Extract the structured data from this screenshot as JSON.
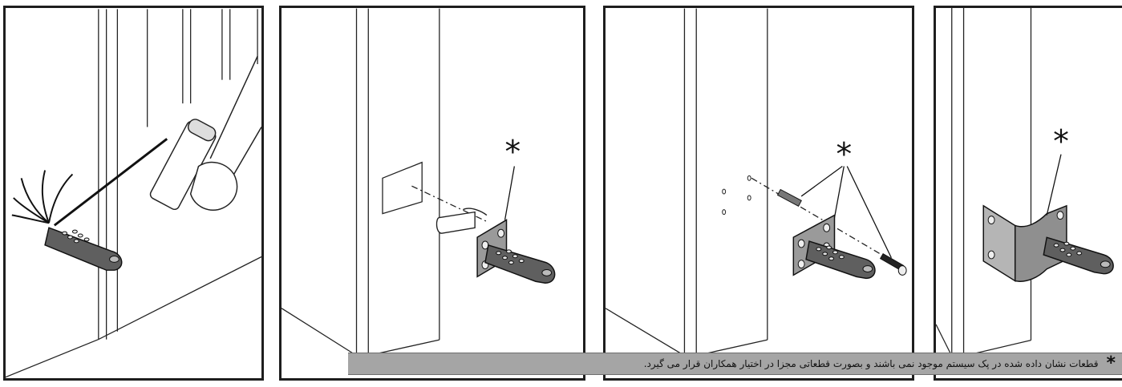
{
  "panels": [
    {
      "id": "step-spray-hinge"
    },
    {
      "id": "step-insert-bracket",
      "marker": "*"
    },
    {
      "id": "step-screw-bracket",
      "marker": "*"
    },
    {
      "id": "step-corner-bracket",
      "marker": "*"
    }
  ],
  "note": {
    "marker": "*",
    "text": "قطعات نشان داده شده در پک سیستم موجود نمی باشند و بصورت قطعاتی مجزا در اختیار همکاران قرار می گیرد."
  },
  "colors": {
    "border": "#1e1e1e",
    "part_fill": "#5f5f5f",
    "plate_fill": "#9a9a9a",
    "note_band": "#a5a5a5"
  }
}
